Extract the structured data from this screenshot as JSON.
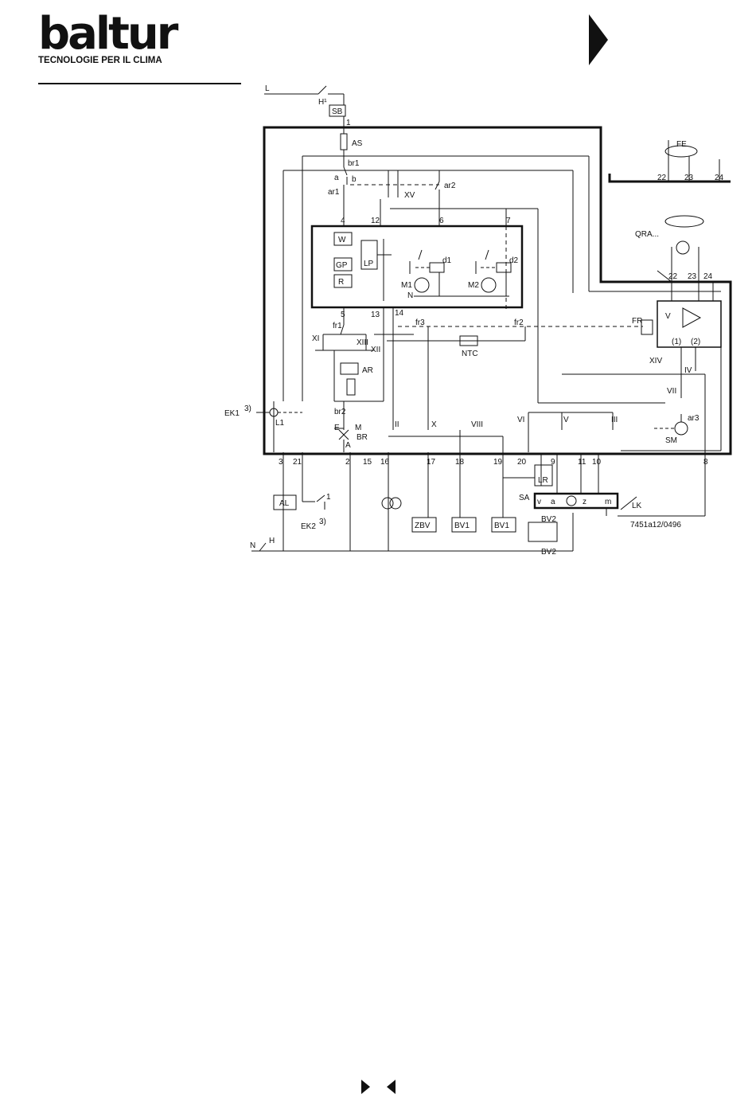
{
  "header": {
    "brand": "baltur",
    "tagline": "TECNOLOGIE PER IL CLIMA"
  },
  "diagram": {
    "code": "7451a12/0496",
    "components": {
      "L": "L",
      "H1": "H¹",
      "SB": "SB",
      "AS": "AS",
      "FE": "FE",
      "QRA": "QRA...",
      "br1": "br1",
      "br2": "br2",
      "ar1": "ar1",
      "ar2": "ar2",
      "ar3": "ar3",
      "XV": "XV",
      "W": "W",
      "GP": "GP",
      "R": "R",
      "LP": "LP",
      "d1": "d1",
      "d2": "d2",
      "M1": "M1",
      "M2": "M2",
      "N_inner": "N",
      "V": "V",
      "FR": "FR",
      "fr1": "fr1",
      "fr2": "fr2",
      "fr3": "fr3",
      "XI": "XI",
      "XIII": "XIII",
      "XII": "XII",
      "AR": "AR",
      "NTC": "NTC",
      "XIV": "XIV",
      "IV": "IV",
      "VII": "VII",
      "SM": "SM",
      "EK1": "EK1",
      "EK1_sup": "3)",
      "L1": "L1",
      "E": "E",
      "M_br": "M",
      "A_br": "A",
      "BR": "BR",
      "II": "II",
      "X": "X",
      "VIII": "VIII",
      "VI": "VI",
      "V_sw": "V",
      "III": "III",
      "LR": "LR",
      "SA": "SA",
      "LK": "LK",
      "AL": "AL",
      "EK2": "EK2",
      "EK2_sup": "3)",
      "one": "1",
      "ZBV": "ZBV",
      "BV1a": "BV1",
      "BV1b": "BV1",
      "BV2a": "BV2",
      "BV2b": "BV2",
      "N_main": "N",
      "H_main": "H",
      "p1": "(1)",
      "p2": "(2)",
      "sa_v": "v",
      "sa_a": "a",
      "sa_z": "z",
      "sa_m": "m"
    },
    "terminals_top": [
      "1",
      "4",
      "12",
      "6",
      "7"
    ],
    "terminals_mid": [
      "5",
      "13",
      "14"
    ],
    "terminals_fe": [
      "22",
      "23",
      "24"
    ],
    "terminals_qra": [
      "22",
      "23",
      "24"
    ],
    "terminals_bottom": [
      "3",
      "21",
      "2",
      "15",
      "16",
      "17",
      "18",
      "19",
      "20",
      "9",
      "11",
      "10",
      "8"
    ],
    "contact_letters": [
      "a",
      "b"
    ],
    "nav": {
      "next_icon": "triangle-right-icon",
      "prev_icon": "triangle-left-icon"
    }
  }
}
